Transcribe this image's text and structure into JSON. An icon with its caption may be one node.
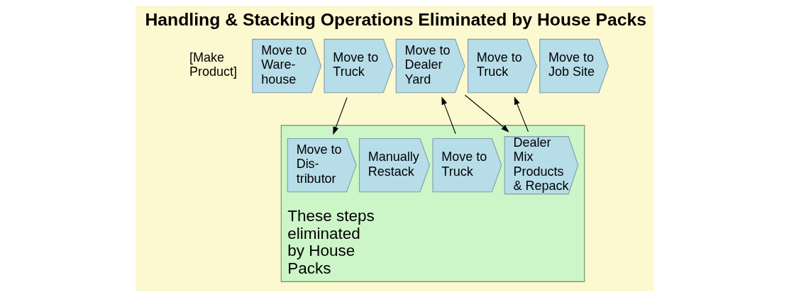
{
  "diagram": {
    "title": "Handling & Stacking Operations Eliminated by House Packs",
    "nodes": [
      {
        "text": [
          "Move to Ware- house"
        ]
      },
      {
        "text": [
          "Move to Truck"
        ]
      },
      {
        "text": [
          "These steps eliminated by House Packs"
        ]
      },
      {
        "text": [
          "Move to Dis- tributor"
        ],
        "in": 2
      },
      {
        "text": [
          "Manually Restack"
        ],
        "in": 2
      },
      {
        "text": [
          "Move to Truck"
        ],
        "in": 2
      },
      {
        "text": [
          "Move to Dealer Yard"
        ]
      },
      {
        "text": [
          "Dealer Mix Products & Repack"
        ],
        "in": 2
      },
      {
        "text": [
          "Move to Truck"
        ]
      },
      {
        "text": [
          "Move to Job Site"
        ]
      }
    ],
    "edges": [
      {
        "from": 1,
        "to": 3,
        "arrow": "to"
      },
      {
        "from": 5,
        "to": 6,
        "arrow": "to"
      },
      {
        "from": 6,
        "to": 7,
        "arrow": "to"
      },
      {
        "from": 7,
        "to": 8,
        "arrow": "to"
      }
    ],
    "labels": [
      "[Make Product]"
    ]
  }
}
